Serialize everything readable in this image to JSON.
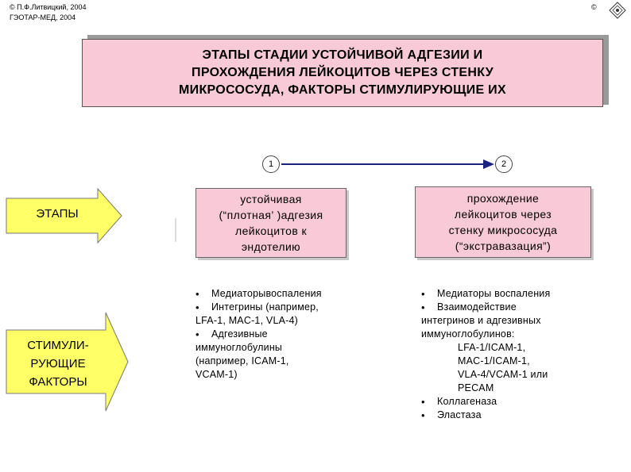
{
  "header": {
    "copyright_line1": "© П.Ф.Литвицкий, 2004",
    "copyright_line2": "ГЭОТАР-МЕД, 2004",
    "right_mark": "©"
  },
  "title": {
    "line1": "ЭТАПЫ СТАДИИ УСТОЙЧИВОЙ АДГЕЗИИ И",
    "line2": "ПРОХОЖДЕНИЯ ЛЕЙКОЦИТОВ ЧЕРЕЗ СТЕНКУ",
    "line3": "МИКРОСОСУДА, ФАКТОРЫ СТИМУЛИРУЮЩИЕ ИХ"
  },
  "steps": {
    "num1": "1",
    "num2": "2"
  },
  "arrows": {
    "stages_label": "ЭТАПЫ",
    "factors_line1": "СТИМУЛИ-",
    "factors_line2": "РУЮЩИЕ",
    "factors_line3": "ФАКТОРЫ"
  },
  "stage1": {
    "line1": "устойчивая",
    "line2": "(“плотная’ )адгезия",
    "line3": "лейкоцитов к",
    "line4": "эндотелию"
  },
  "stage2": {
    "line1": "прохождение",
    "line2": "лейкоцитов через",
    "line3": "стенку микрососуда",
    "line4": "(“экстравазация”)"
  },
  "factors1": {
    "item1": "Медиаторывоспаления",
    "item2": "Интегрины (например,",
    "item2b": "LFA-1, MAC-1, VLA-4)",
    "item3": "Адгезивные",
    "item3b": "иммуноглобулины",
    "item3c": "(например, ICAM-1,",
    "item3d": "VCAM-1)"
  },
  "factors2": {
    "item1": "Медиаторы воспаления",
    "item2": "Взаимодействие",
    "item2b": "интегринов и адгезивных",
    "item2c": "иммуноглобулинов:",
    "item2d": "LFA-1/ICAM-1,",
    "item2e": "MAC-1/ICAM-1,",
    "item2f": "VLA-4/VCAM-1 или",
    "item2g": "PECAM",
    "item3": "Коллагеназа",
    "item4": "Эластаза"
  },
  "colors": {
    "box_fill": "#f8c9d6",
    "arrow_fill": "#ffff66",
    "connector": "#1a237e"
  },
  "icons": {
    "bullet": "•",
    "logo": "diamond-logo-icon"
  }
}
